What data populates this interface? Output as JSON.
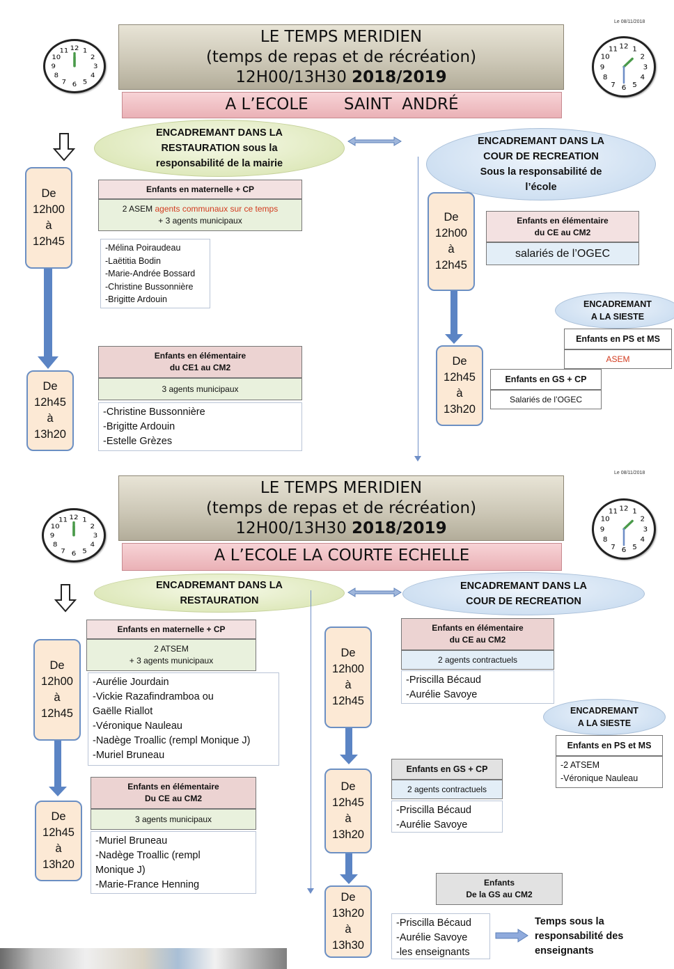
{
  "top": {
    "date": "Le 08/11/2018",
    "title_line1": "LE TEMPS MERIDIEN",
    "title_line2": "(temps de repas et de récréation)",
    "title_line3": "12H00/13H30",
    "title_year": "2018/2019",
    "school": "A L’ECOLE       SAINT  ANDRÉ",
    "resto_ellipse": [
      "ENCADREMANT DANS LA",
      "RESTAURATION sous la",
      "responsabilité de la mairie"
    ],
    "cour_ellipse": [
      "ENCADREMANT DANS LA",
      "COUR DE RECREATION",
      "Sous la responsabilité de",
      "l’école"
    ],
    "time1": [
      "De",
      "12h00",
      "à",
      "12h45"
    ],
    "time2": [
      "De",
      "12h45",
      "à",
      "13h20"
    ],
    "time3": [
      "De",
      "12h00",
      "à",
      "12h45"
    ],
    "time4": [
      "De",
      "12h45",
      "à",
      "13h20"
    ],
    "mat_header": "Enfants en maternelle  + CP",
    "mat_agents_a": "2 ASEM ",
    "mat_agents_b": "agents communaux sur ce temps",
    "mat_agents_c": "+ 3 agents municipaux",
    "mat_names": [
      "-Mélina Poiraudeau",
      "-Laëtitia Bodin",
      "-Marie-Andrée Bossard",
      "-Christine Bussonnière",
      "-Brigitte Ardouin"
    ],
    "elem_header": [
      "Enfants en élémentaire",
      "du CE1 au CM2"
    ],
    "elem_agents": "3 agents municipaux",
    "elem_names": [
      "-Christine Bussonnière",
      "-Brigitte Ardouin",
      "-Estelle Grèzes"
    ],
    "cour_header": [
      "Enfants en élémentaire",
      "du CE au CM2"
    ],
    "cour_staff": "salariés de l’OGEC",
    "sieste_title": [
      "ENCADREMANT",
      "A LA SIESTE"
    ],
    "sieste_header": "Enfants en PS et MS",
    "sieste_staff": "ASEM",
    "gs_header": "Enfants en GS + CP",
    "gs_staff": "Salariés de l’OGEC"
  },
  "bottom": {
    "date": "Le 08/11/2018",
    "title_line1": "LE TEMPS MERIDIEN",
    "title_line2": "(temps de repas et de récréation)",
    "title_line3": "12H00/13H30",
    "title_year": "2018/2019",
    "school": "A L’ECOLE LA COURTE ECHELLE",
    "resto_ellipse": [
      "ENCADREMANT DANS LA",
      "RESTAURATION"
    ],
    "cour_ellipse": [
      "ENCADREMANT DANS LA",
      "COUR DE RECREATION"
    ],
    "time1": [
      "De",
      "12h00",
      "à",
      "12h45"
    ],
    "time2": [
      "De",
      "12h45",
      "à",
      "13h20"
    ],
    "time3": [
      "De",
      "12h00",
      "à",
      "12h45"
    ],
    "time4": [
      "De",
      "12h45",
      "à",
      "13h20"
    ],
    "time5": [
      "De",
      "13h20",
      "à",
      "13h30"
    ],
    "mat_header": "Enfants en maternelle  + CP",
    "mat_agents": [
      "2 ATSEM",
      "+ 3 agents municipaux"
    ],
    "mat_names": [
      "-Aurélie Jourdain",
      "-Vickie Razafindramboa ou",
      "Gaëlle Riallot",
      "-Véronique Nauleau",
      "-Nadège Troallic (rempl Monique J)",
      "-Muriel Bruneau"
    ],
    "elem_header": [
      "Enfants en élémentaire",
      "Du  CE au CM2"
    ],
    "elem_agents": "3 agents municipaux",
    "elem_names": [
      "-Muriel Bruneau",
      "-Nadège Troallic (rempl",
      "Monique J)",
      "-Marie-France Henning"
    ],
    "cour_header": [
      "Enfants en élémentaire",
      "du CE au CM2"
    ],
    "cour_staff": "2 agents contractuels",
    "cour_names": [
      "-Priscilla Bécaud",
      "-Aurélie Savoye"
    ],
    "sieste_title": [
      "ENCADREMANT",
      "A LA SIESTE"
    ],
    "sieste_header": "Enfants en PS et MS",
    "sieste_names": [
      "-2 ATSEM",
      "-Véronique Nauleau"
    ],
    "gs_header": "Enfants en GS + CP",
    "gs_staff": "2 agents contractuels",
    "gs_names": [
      "-Priscilla Bécaud",
      "-Aurélie Savoye"
    ],
    "final_header": [
      "Enfants",
      "De la GS au CM2"
    ],
    "final_names": [
      "-Priscilla Bécaud",
      "-Aurélie Savoye",
      "-les enseignants"
    ],
    "final_note": [
      "Temps sous la",
      "responsabilité des",
      "enseignants"
    ]
  }
}
